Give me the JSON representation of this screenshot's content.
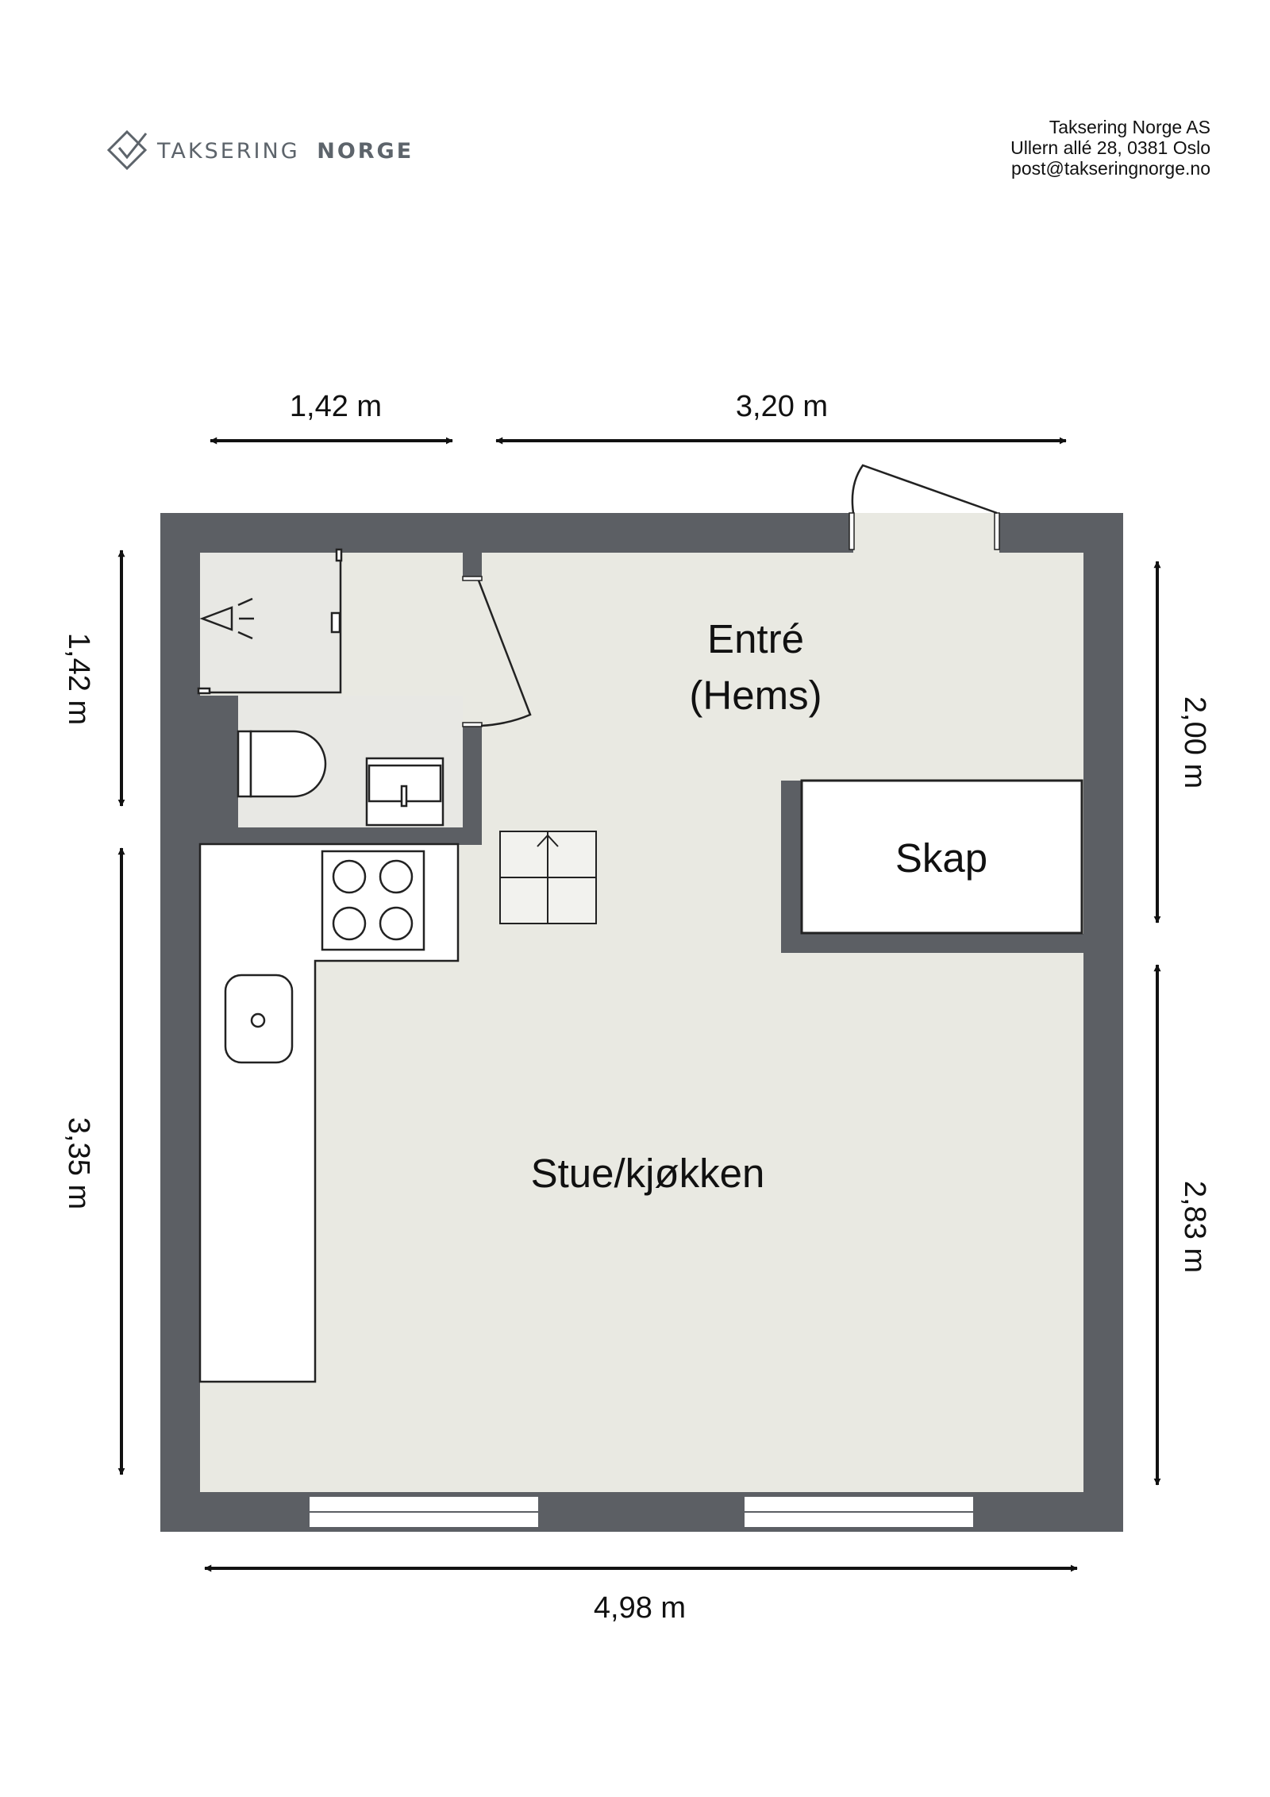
{
  "brand": {
    "name_light": "TAKSERING",
    "name_bold": "NORGE",
    "logo_icon": "check-diamond-icon"
  },
  "company": {
    "name": "Taksering Norge AS",
    "address": "Ullern allé 28, 0381 Oslo",
    "email": "post@takseringnorge.no"
  },
  "rooms": {
    "entre": "Entré",
    "entre_sub": "(Hems)",
    "closet": "Skap",
    "living": "Stue/kjøkken"
  },
  "dimensions": {
    "top_left": "1,42 m",
    "top_right": "3,20 m",
    "left_upper": "1,42 m",
    "left_lower": "3,35 m",
    "right_upper": "2,00 m",
    "right_lower": "2,83 m",
    "bottom": "4,98 m"
  },
  "colors": {
    "wall": "#5c5f64",
    "floor": "#e9e9e2",
    "bathroom_floor": "#e6e6e6",
    "line": "#222222"
  }
}
